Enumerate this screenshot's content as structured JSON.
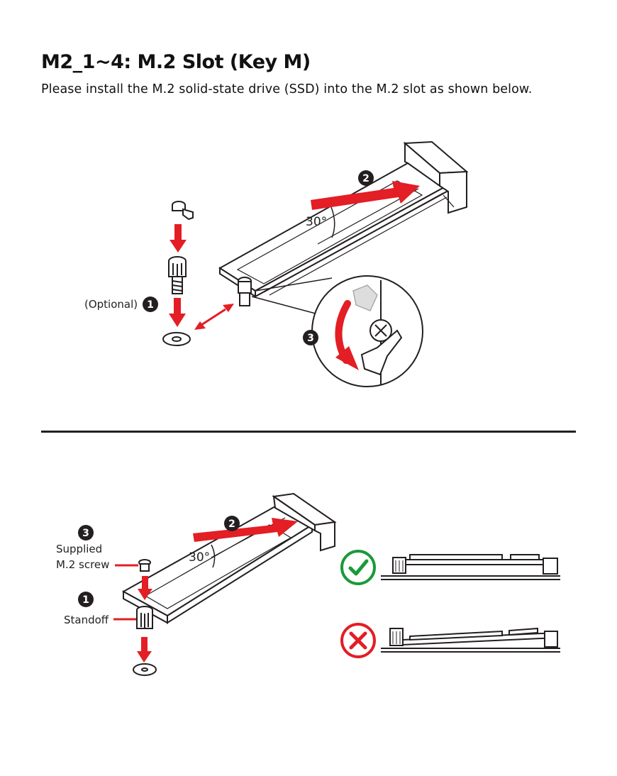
{
  "header": {
    "title": "M2_1~4: M.2 Slot (Key M)",
    "subtitle": "Please install the M.2 solid-state drive (SSD) into the M.2 slot as shown below."
  },
  "diagram_top": {
    "optional_label": "(Optional)",
    "step1": "1",
    "step2": "2",
    "step3": "3",
    "angle": "30°"
  },
  "diagram_bottom": {
    "step3": "3",
    "supplied_label_line1": "Supplied",
    "supplied_label_line2": "M.2 screw",
    "step1": "1",
    "standoff_label": "Standoff",
    "step2": "2",
    "angle": "30°"
  },
  "colors": {
    "red": "#e31e24",
    "green": "#1a9a3a",
    "black": "#231f20"
  }
}
